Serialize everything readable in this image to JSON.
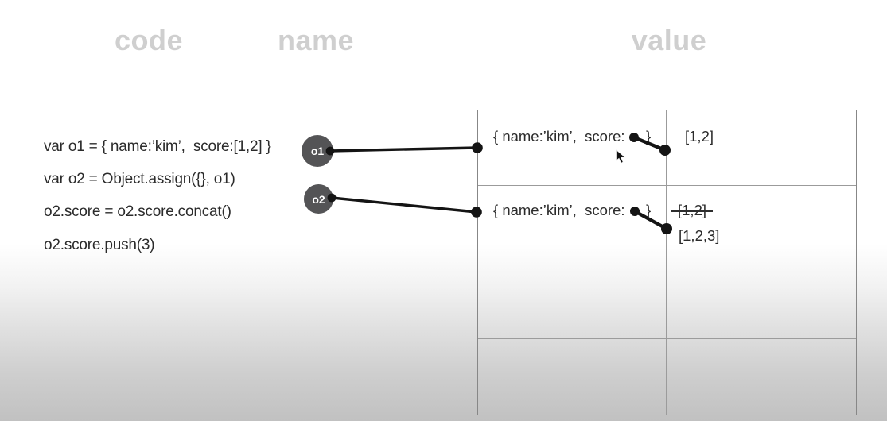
{
  "headers": {
    "code": "code",
    "name": "name",
    "value": "value"
  },
  "code_panel": {
    "lines": [
      "var o1 = { name:’kim’,  score:[1,2] }",
      "var o2 = Object.assign({}, o1)",
      "o2.score = o2.score.concat()",
      "o2.score.push(3)"
    ]
  },
  "name_panel": {
    "badges": [
      {
        "label": "o1"
      },
      {
        "label": "o2"
      }
    ]
  },
  "value_table": {
    "rows": [
      {
        "object_prefix": "{ name:’kim’,  score:",
        "object_suffix": "}",
        "value_current": "[1,2]"
      },
      {
        "object_prefix": "{ name:’kim’,  score:",
        "object_suffix": "}",
        "value_old": "[1,2]",
        "value_current": "[1,2,3]"
      }
    ],
    "empty_row_count": 2
  },
  "colors": {
    "header_text": "#cfcfcf",
    "badge_fill": "#545456",
    "connector": "#141414",
    "table_border": "#878787",
    "code_text": "#2b2b2b"
  }
}
